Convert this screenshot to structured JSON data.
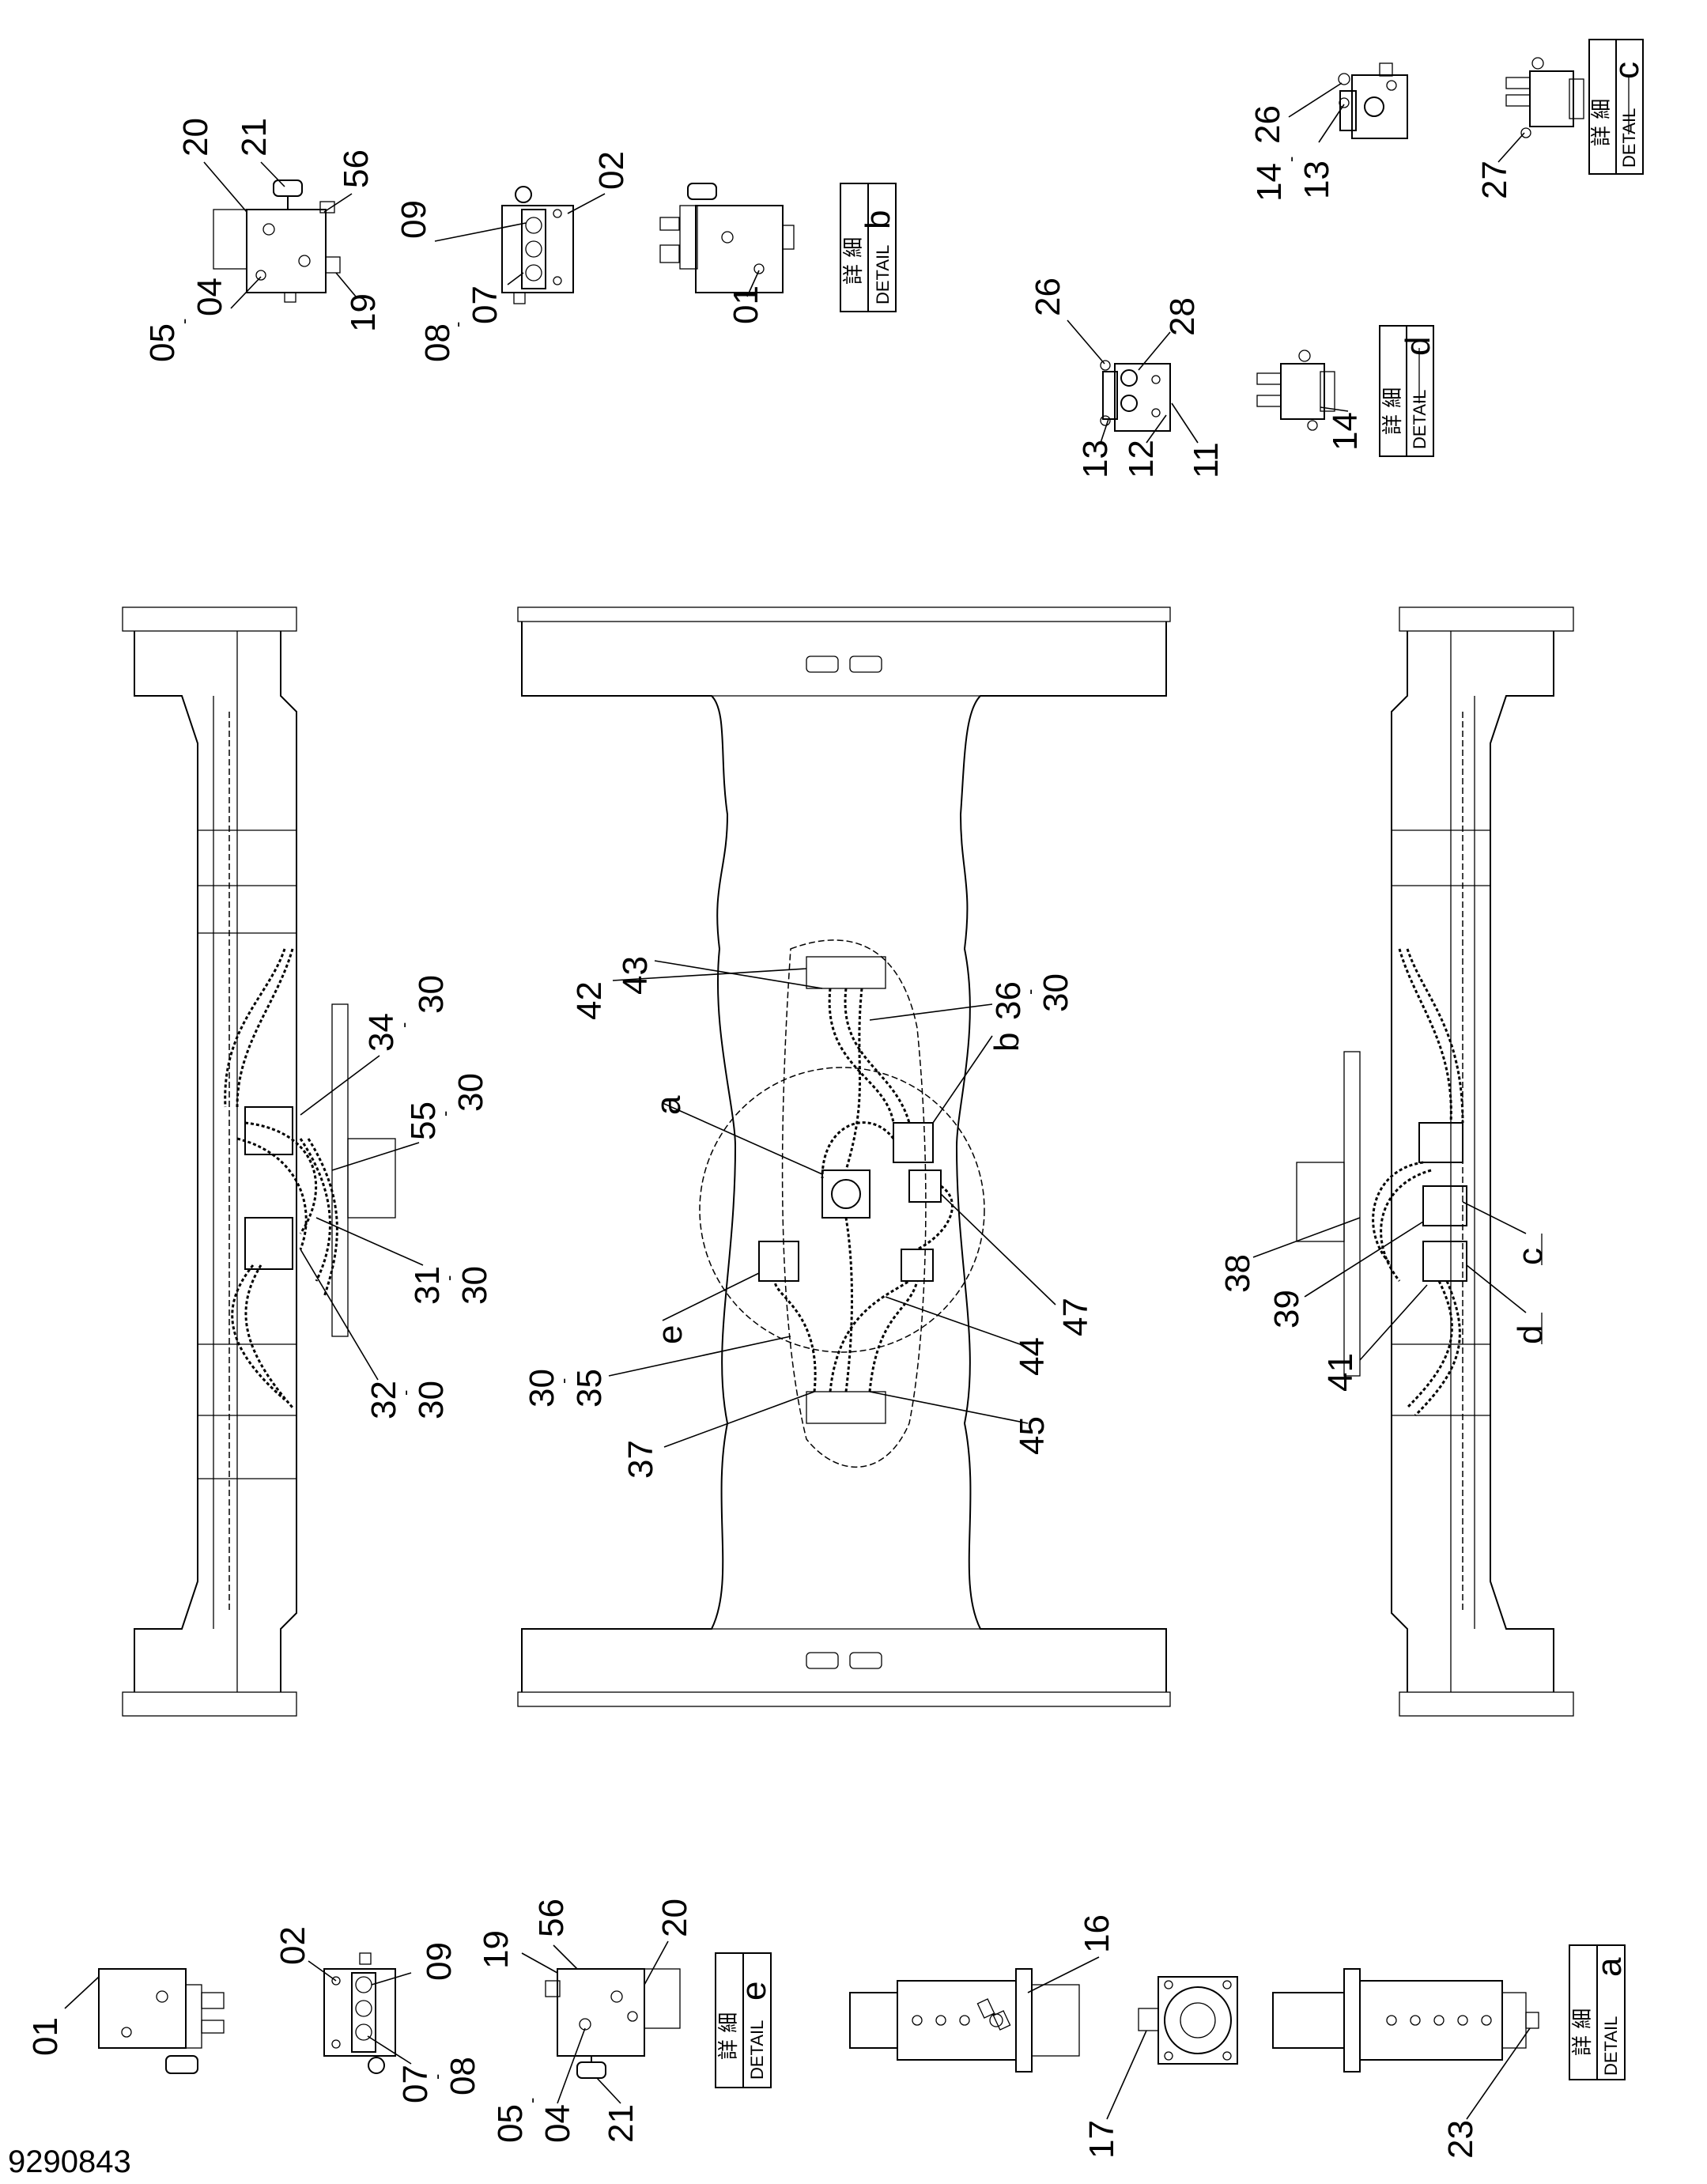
{
  "drawing_number": "9290843",
  "detail_boxes": {
    "b": {
      "kanji": "詳 細",
      "en": "DETAIL",
      "letter": "b"
    },
    "c": {
      "kanji": "詳 細",
      "en": "DETAIL",
      "letter": "c"
    },
    "d": {
      "kanji": "詳 細",
      "en": "DETAIL",
      "letter": "d"
    },
    "e": {
      "kanji": "詳 細",
      "en": "DETAIL",
      "letter": "e"
    },
    "a": {
      "kanji": "詳 細",
      "en": "DETAIL",
      "letter": "a"
    }
  },
  "labels": {
    "b_20": "20",
    "b_21": "21",
    "b_56": "56",
    "b_19": "19",
    "b_05": "05",
    "b_04": "04",
    "b_09": "09",
    "b_02": "02",
    "b_08": "08",
    "b_07": "07",
    "b_01": "01",
    "c_26": "26",
    "c_14": "14",
    "c_13": "13",
    "c_27": "27",
    "d_26": "26",
    "d_28": "28",
    "d_13": "13",
    "d_12": "12",
    "d_11": "11",
    "d_14": "14",
    "l_34": "34",
    "l_30a": "30",
    "l_55": "55",
    "l_30b": "30",
    "l_31": "31",
    "l_30c": "30",
    "l_32": "32",
    "l_30d": "30",
    "m_42": "42",
    "m_43": "43",
    "m_36": "36",
    "m_30a": "30",
    "m_b": "b",
    "m_a": "a",
    "m_47": "47",
    "m_e": "e",
    "m_44": "44",
    "m_30b": "30",
    "m_35": "35",
    "m_37": "37",
    "m_45": "45",
    "r_38": "38",
    "r_c": "c",
    "r_39": "39",
    "r_d": "d",
    "r_41": "41",
    "e_01": "01",
    "e_02": "02",
    "e_09": "09",
    "e_07": "07",
    "e_08": "08",
    "e_19": "19",
    "e_56": "56",
    "e_20": "20",
    "e_05": "05",
    "e_04": "04",
    "e_21": "21",
    "a_16": "16",
    "a_17": "17",
    "a_23": "23"
  }
}
